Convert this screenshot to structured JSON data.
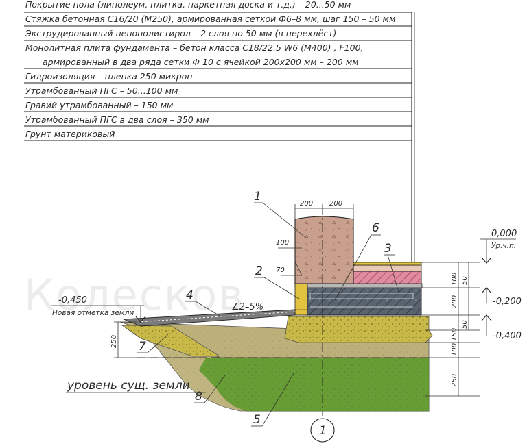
{
  "layers": [
    "Покрытие пола (линолеум, плитка, паркетная доска и т.д.) – 20...50 мм",
    "Стяжка бетонная С16/20 (М250), армированная сеткой Ф6–8 мм, шаг 150 – 50 мм",
    "Экструдированный пенополистирол – 2 слоя по 50 мм (в перехлёст)",
    "Монолитная плита фундамента – бетон класса С18/22.5 W6 (М400) , F100,",
    "армированный в два ряда сетки Ф 10 с ячейкой 200х200 мм – 200 мм",
    "Гидроизоляция – пленка 250 микрон",
    "Утрамбованный ПГС – 50...100 мм",
    "Гравий утрамбованный – 150 мм",
    "Утрамбованный ПГС в два слоя – 350 мм",
    "Грунт материковый"
  ],
  "dims": {
    "wall_left": "200",
    "wall_right": "200",
    "d100": "100",
    "d70": "70",
    "r100": "100",
    "r50": "50",
    "r200": "200",
    "r150": "150",
    "r50b": "50",
    "r100b": "100",
    "r250": "250",
    "l250": "250"
  },
  "elevations": {
    "top": "0,000",
    "top_note": "Ур.ч.п.",
    "mid": "-0,200",
    "low": "-0,400",
    "ground": "-0,450",
    "ground_note": "Новая отметка земли"
  },
  "slope": "2–5%",
  "callouts": [
    "1",
    "2",
    "3",
    "4",
    "5",
    "6",
    "7",
    "8"
  ],
  "axis": "1",
  "ground_level": "уровень сущ. земли",
  "watermark": "Колесков"
}
